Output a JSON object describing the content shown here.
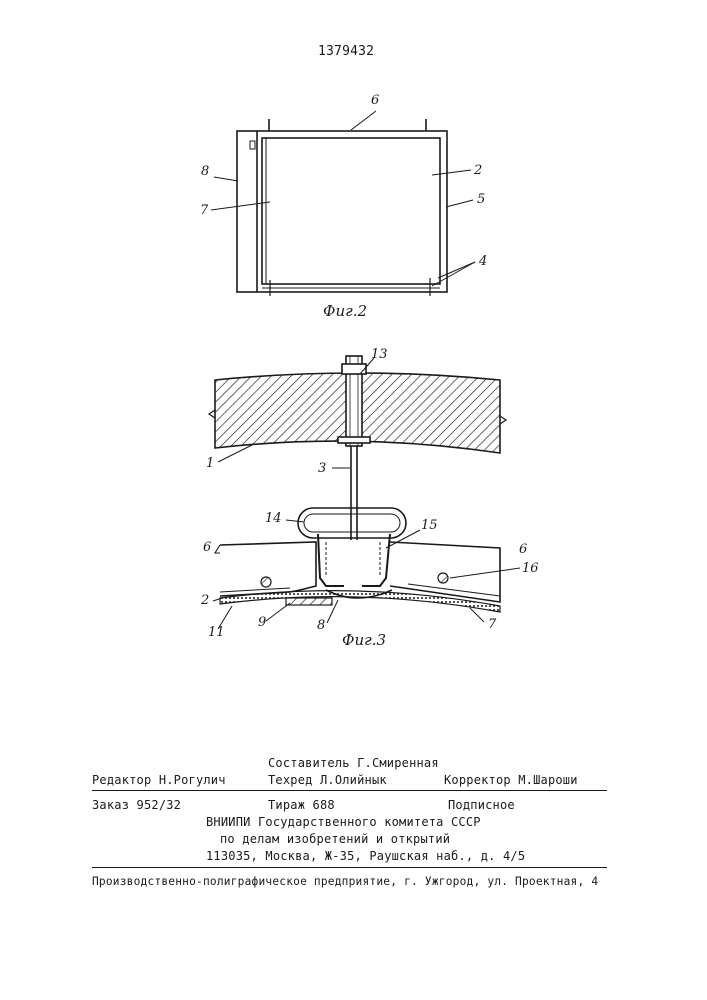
{
  "page_number": "1379432",
  "fig2": {
    "caption": "Фиг.2",
    "labels": {
      "l8": "8",
      "l7": "7",
      "l6": "6",
      "l2": "2",
      "l5": "5",
      "l4": "4"
    }
  },
  "fig3": {
    "caption": "Фиг.3",
    "labels": {
      "l13": "13",
      "l1": "1",
      "l3": "3",
      "l14": "14",
      "l15": "15",
      "l6a": "6",
      "l6b": "6",
      "l16": "16",
      "l2": "2",
      "l11": "11",
      "l9": "9",
      "l8": "8",
      "l7": "7"
    }
  },
  "colophon": {
    "compiler": "Составитель Г.Смиренная",
    "editor": "Редактор Н.Рогулич",
    "techred": "Техред Л.Олийнык",
    "corrector": "Корректор М.Шароши",
    "order": "Заказ 952/32",
    "circulation": "Тираж 688",
    "subscription": "Подписное",
    "org_line1": "ВНИИПИ Государственного комитета СССР",
    "org_line2": "по делам изобретений и открытий",
    "address": "113035, Москва, Ж-35, Раушская наб., д. 4/5",
    "printer": "Производственно-полиграфическое предприятие, г. Ужгород, ул. Проектная, 4"
  }
}
